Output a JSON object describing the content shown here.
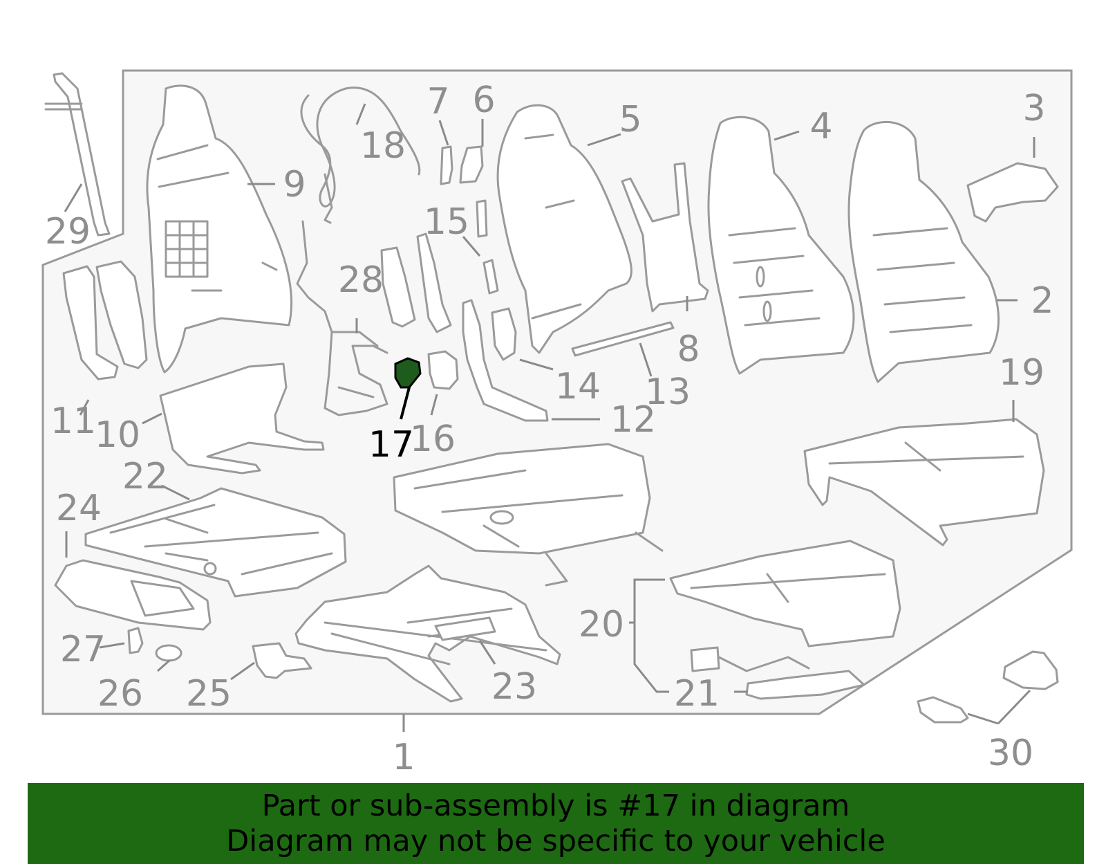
{
  "diagram": {
    "highlighted_part": "17",
    "callouts": [
      "1",
      "2",
      "3",
      "4",
      "5",
      "6",
      "7",
      "8",
      "9",
      "10",
      "11",
      "12",
      "13",
      "14",
      "15",
      "16",
      "17",
      "18",
      "19",
      "20",
      "21",
      "22",
      "23",
      "24",
      "25",
      "26",
      "27",
      "28",
      "29",
      "30"
    ]
  },
  "banner": {
    "line1": "Part or sub-assembly is #17 in diagram",
    "line2": "Diagram may not be specific to your vehicle"
  },
  "colors": {
    "banner_bg": "#1d6a12",
    "highlight": "#1d5c1d",
    "line_gray": "#9a9a9a"
  }
}
